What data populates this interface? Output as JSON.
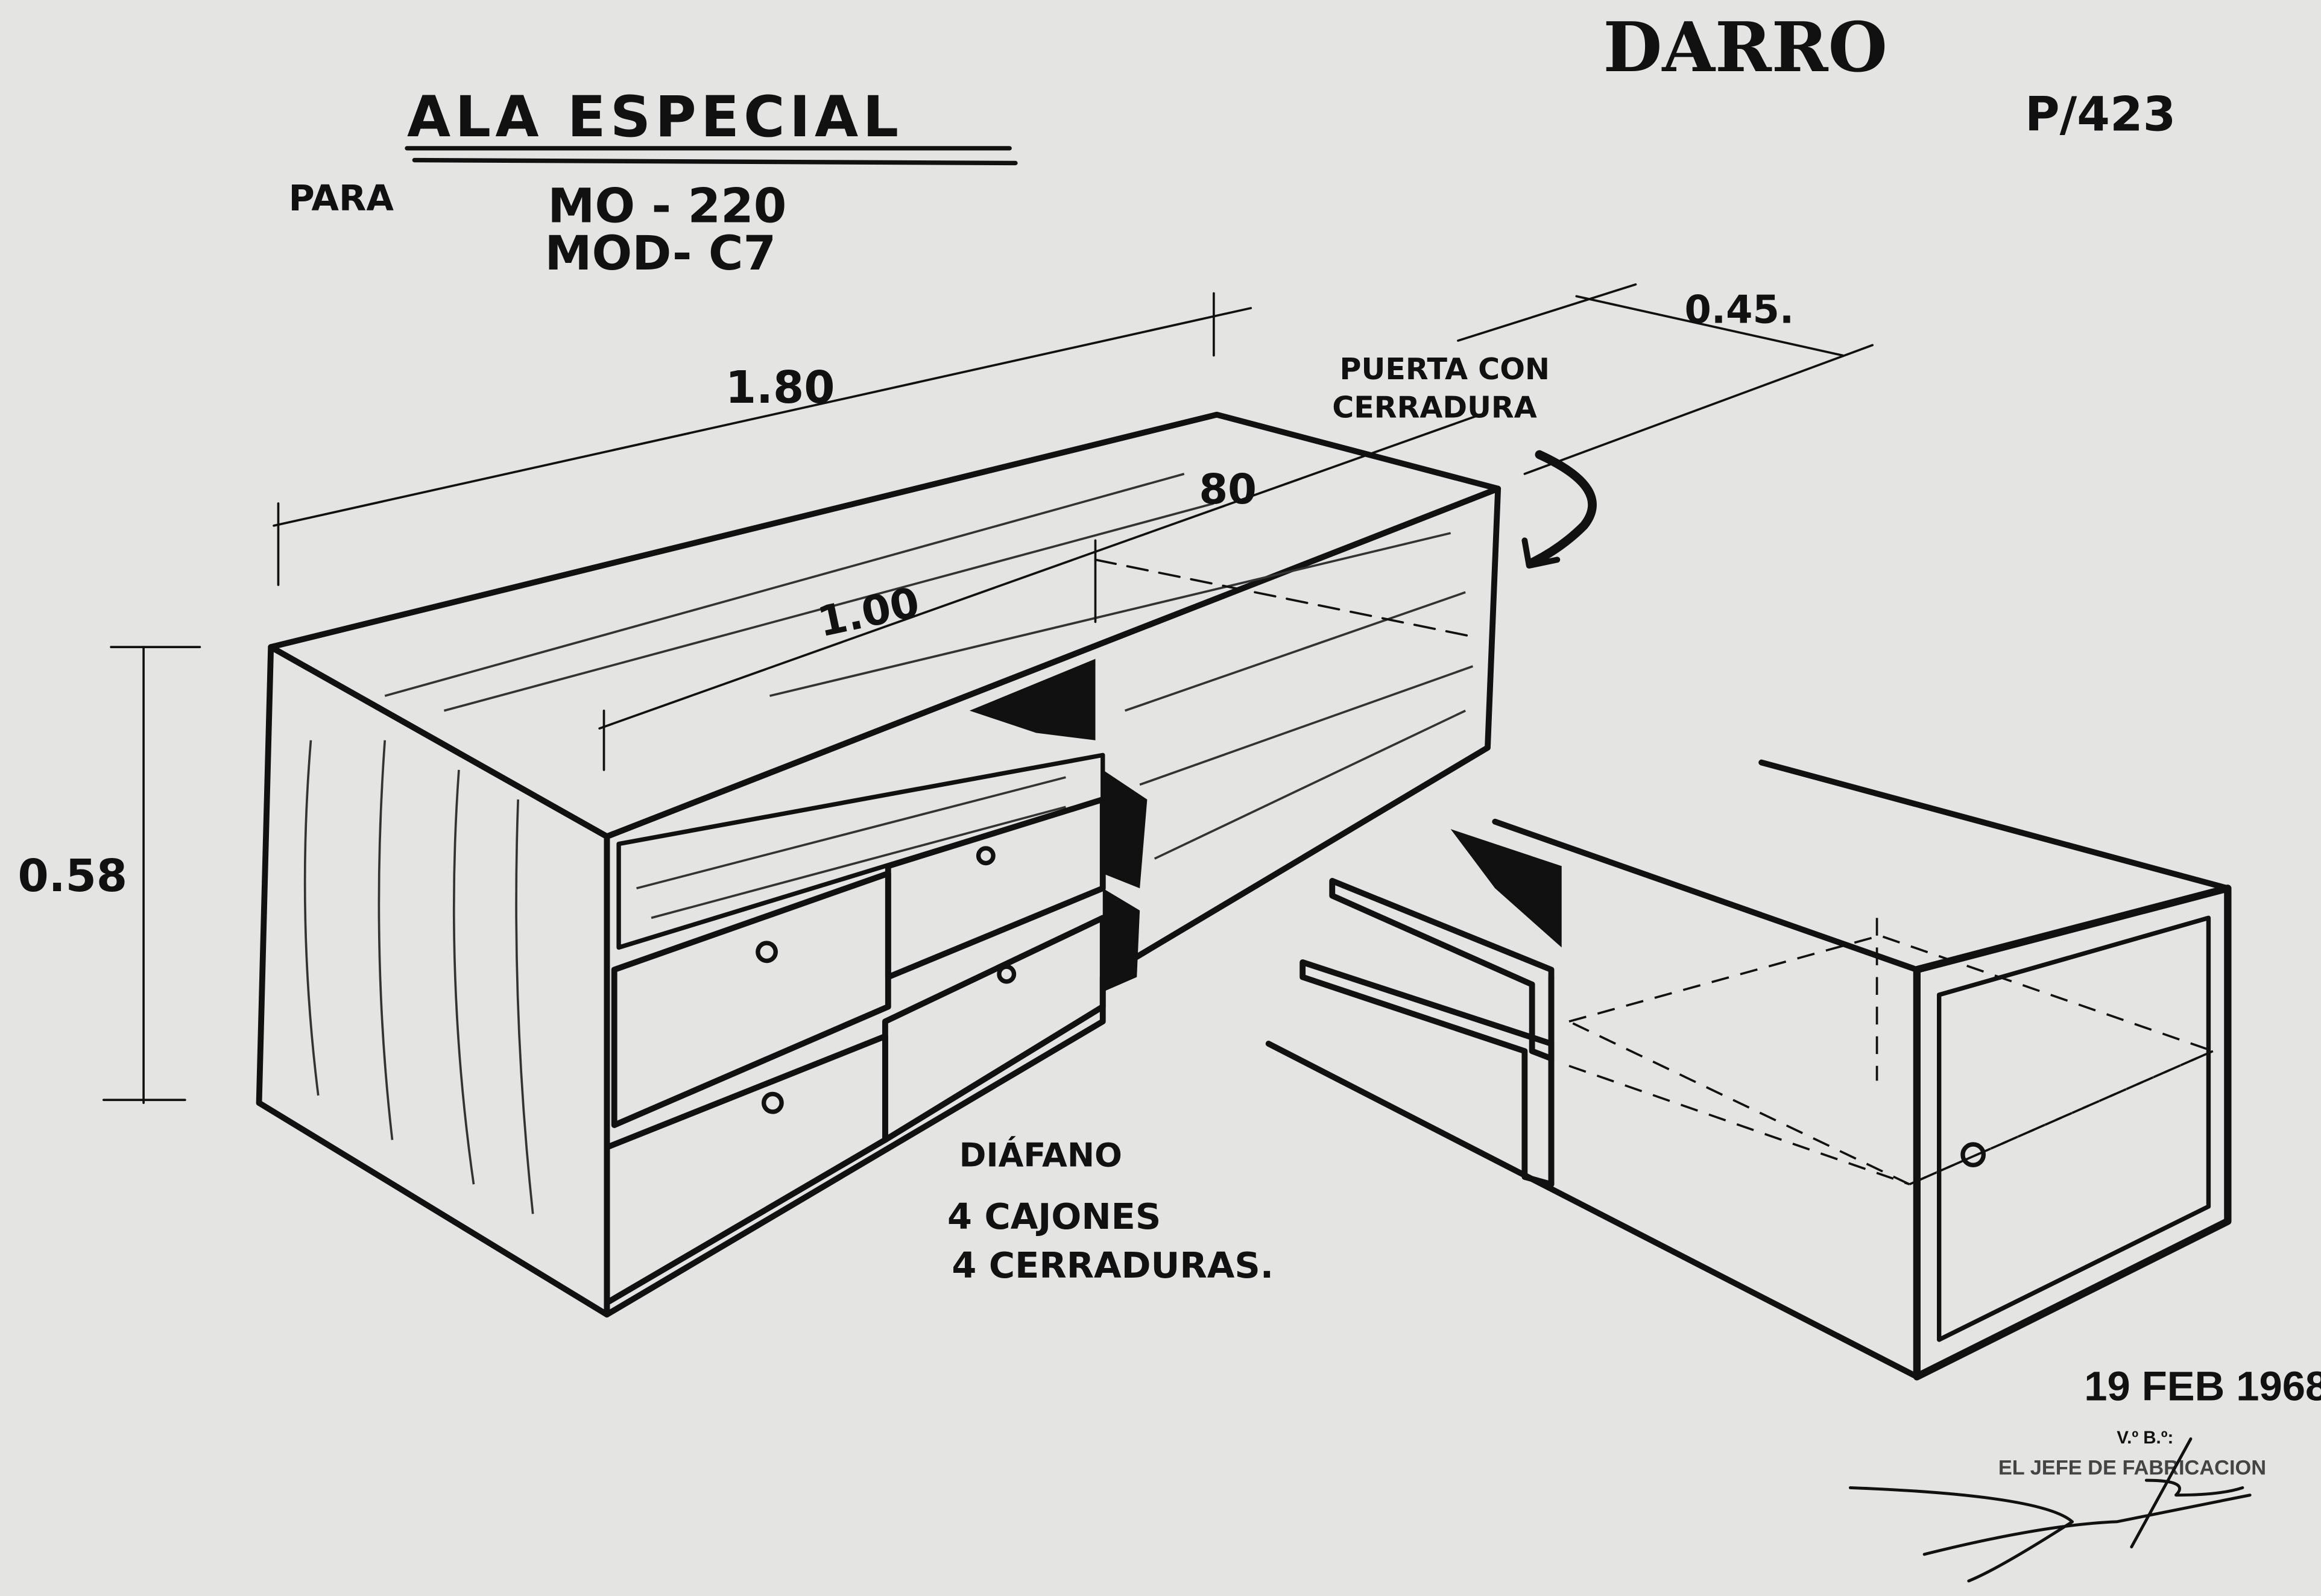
{
  "sheet": {
    "brand": "DARRO",
    "reference": "P/423",
    "title": "ALA ESPECIAL",
    "for_label": "PARA",
    "models": [
      "MO - 220",
      "MOD- C7"
    ]
  },
  "dimensions": {
    "total_length": "1.80",
    "door_length": "80",
    "drawer_section_length": "1.00",
    "height": "0.58",
    "depth": "0.45."
  },
  "annotations": {
    "door_note_line1": "PUERTA CON",
    "door_note_line2": "CERRADURA",
    "spec_line1": "DIÁFANO",
    "spec_line2": "4 CAJONES",
    "spec_line3": "4 CERRADURAS."
  },
  "stamp": {
    "date": "19 FEB 1968",
    "approval": "V.º B.º:",
    "approver_title": "EL JEFE DE FABRICACION"
  },
  "colors": {
    "paper": "#e4e4e2",
    "ink": "#111111"
  }
}
